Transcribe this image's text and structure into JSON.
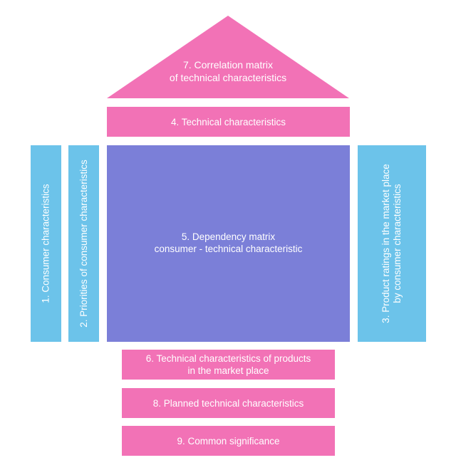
{
  "colors": {
    "pink": "#f272b6",
    "blue": "#6cc3ea",
    "purple": "#7b7fd8",
    "text": "#ffffff"
  },
  "blocks": {
    "correlation_matrix": "7. Correlation matrix\nof technical characteristics",
    "technical_characteristics": "4. Technical characteristics",
    "consumer_characteristics": "1. Consumer characteristics",
    "priorities": "2. Priorities of consumer characteristics",
    "dependency_matrix": "5. Dependency matrix\nconsumer - technical characteristic",
    "product_ratings": "3. Product ratings in the market place\nby consumer characteristics",
    "market_technical": "6. Technical characteristics of products\nin the market place",
    "planned": "8. Planned technical characteristics",
    "significance": "9. Common significance"
  }
}
